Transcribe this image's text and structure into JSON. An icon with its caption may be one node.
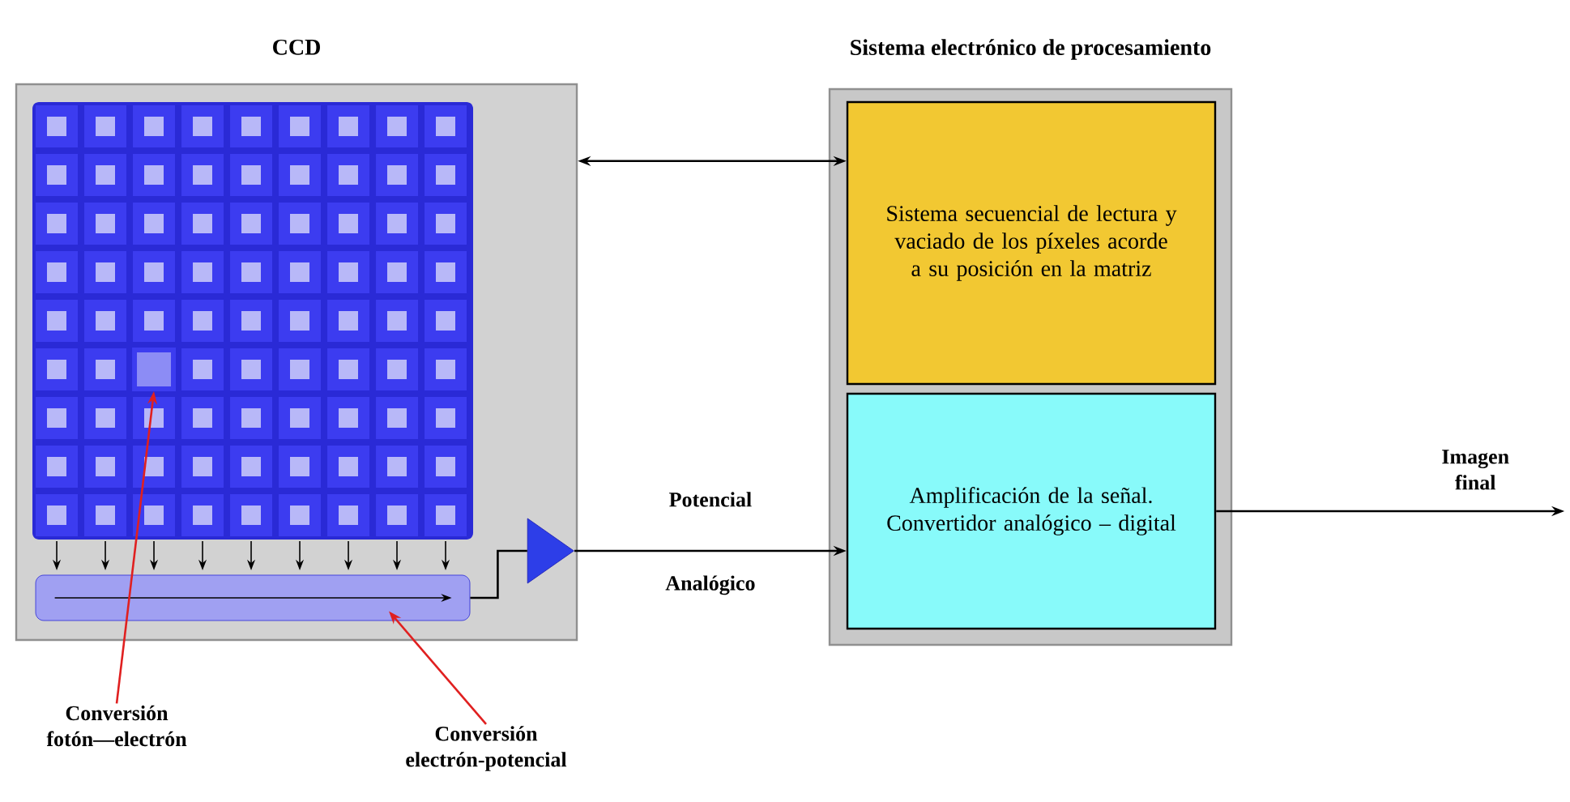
{
  "diagram": {
    "nodes": [
      {
        "text": [
          "CCD"
        ]
      },
      {
        "text": [],
        "shape": "box",
        "in": 0
      },
      {
        "text": [],
        "shape": "bar",
        "in": 0
      },
      {
        "text": [],
        "shape": "triangle",
        "in": 0
      },
      {
        "text": [
          "Sistema electrónico de procesamiento"
        ]
      },
      {
        "text": [
          "Sistema secuencial de lectura y vaciado de los píxeles acorde a su posición en la matriz"
        ],
        "in": 4
      },
      {
        "text": [
          "Amplificación de la señal. Convertidor analógico – digital"
        ],
        "in": 4
      },
      {
        "text": [
          "Conversión fotón—electrón"
        ]
      },
      {
        "text": [
          "Conversión electrón-potencial"
        ]
      }
    ],
    "edges": [
      {
        "from": 0,
        "to": 5,
        "arrow": "both"
      },
      {
        "from": 2,
        "to": 3,
        "arrow": "none"
      },
      {
        "from": 3,
        "to": 6,
        "arrow": "to",
        "label": "Potencial"
      },
      {
        "from": 6,
        "to": null,
        "arrow": "to",
        "label": "Imagen final"
      },
      {
        "from": 7,
        "to": 1,
        "arrow": "to",
        "color": "#e02020"
      },
      {
        "from": 8,
        "to": 2,
        "arrow": "to",
        "color": "#e02020"
      }
    ],
    "labels": [
      "Analógico"
    ]
  }
}
